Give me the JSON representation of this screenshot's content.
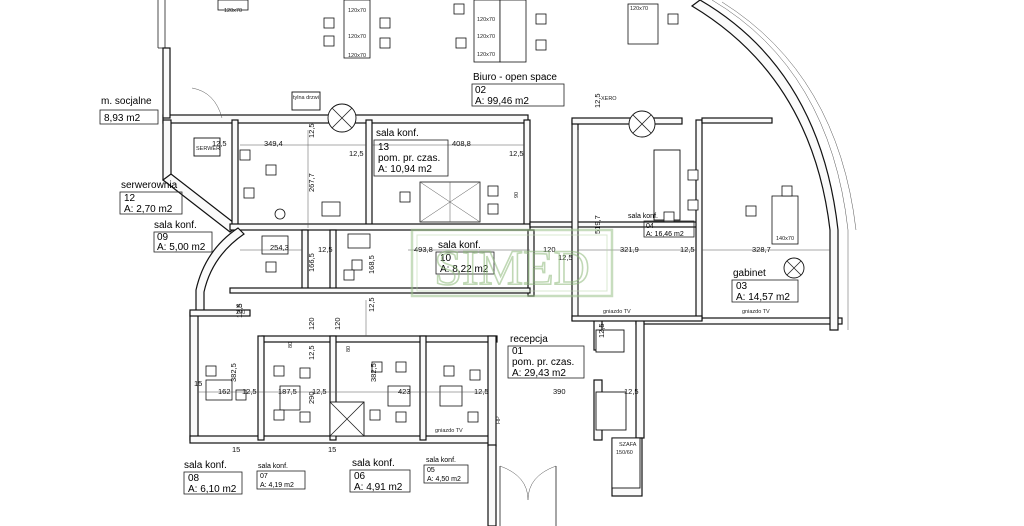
{
  "rooms": {
    "socjalne": {
      "name": "m. socjalne",
      "area": "8,93 m2"
    },
    "openspace": {
      "name": "Biuro - open space",
      "num": "02",
      "area": "A: 99,46 m2"
    },
    "serwerownia": {
      "name": "serwerownia",
      "num": "12",
      "area": "A: 2,70 m2"
    },
    "konf09": {
      "name": "sala konf.",
      "num": "09",
      "area": "A: 5,00 m2"
    },
    "konf13": {
      "name": "sala konf.",
      "num": "13",
      "extra": "pom. pr. czas.",
      "area": "A: 10,94 m2"
    },
    "konf10": {
      "name": "sala konf.",
      "num": "10",
      "area": "A: 8,22 m2"
    },
    "konf04": {
      "name": "sala konf.",
      "num": "04",
      "area": "A: 16,46 m2"
    },
    "gabinet": {
      "name": "gabinet",
      "num": "03",
      "area": "A: 14,57 m2"
    },
    "recepcja": {
      "name": "recepcja",
      "num": "01",
      "extra": "pom. pr. czas.",
      "area": "A: 29,43 m2"
    },
    "konf08": {
      "name": "sala konf.",
      "num": "08",
      "area": "A: 6,10 m2"
    },
    "konf07": {
      "name": "sala konf.",
      "num": "07",
      "area": "A: 4,19 m2"
    },
    "konf06": {
      "name": "sala konf.",
      "num": "06",
      "area": "A: 4,91 m2"
    },
    "konf05": {
      "name": "sala konf.",
      "num": "05",
      "area": "A: 4,50 m2"
    }
  },
  "dimensions": {
    "d349": "349,4",
    "d408": "408,8",
    "d125": "12,5",
    "d267": "267,7",
    "d254": "254,3",
    "d493": "493,8",
    "d120": "120",
    "d1665": "166,5",
    "d1685": "168,5",
    "d519": "519,7",
    "d321": "321,9",
    "d328": "328,7",
    "d3825": "382,5",
    "d162": "162",
    "d1875": "187,5",
    "d423": "423",
    "d390": "390",
    "d290": "290",
    "d15": "15",
    "d200": "200",
    "d90": "90",
    "d80": "80"
  },
  "labels": {
    "desk": "120x70",
    "desk140": "140x70",
    "serwer": "SERWER",
    "xero": "XERO",
    "tv": "gniazdo TV",
    "hp": "HP",
    "szafa": "SZAFA",
    "szafa_dim": "150/60",
    "zlew": "tylna drzwi"
  },
  "watermark": "SIMED"
}
